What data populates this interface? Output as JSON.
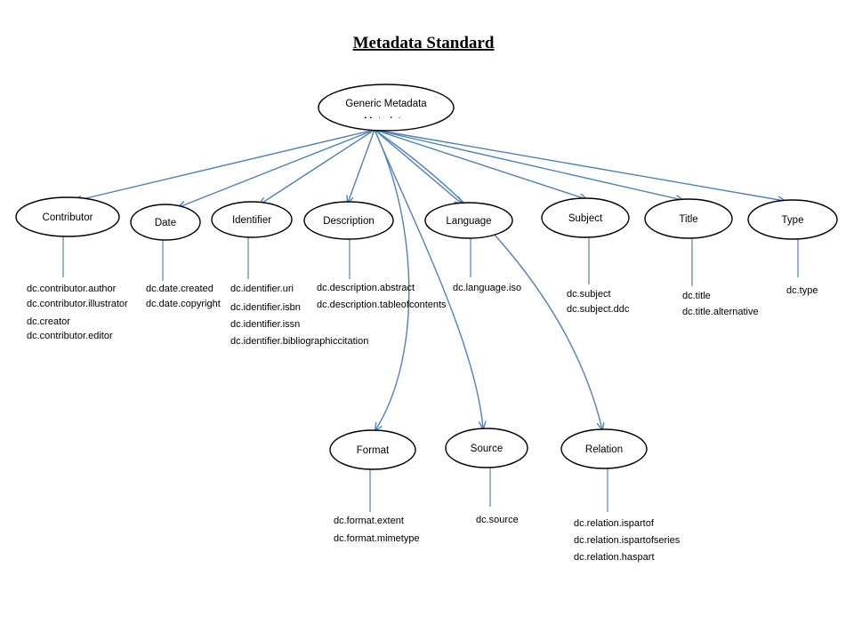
{
  "title": "Metadata Standard",
  "colors": {
    "edge": "#4f81bd",
    "node_border": "#000000",
    "background": "#ffffff"
  },
  "root": {
    "label": "Generic Metadata",
    "label_cut": "Metadata"
  },
  "nodes": [
    {
      "id": "contributor",
      "label": "Contributor",
      "fields": [
        "dc.contributor.author",
        "dc.contributor.illustrator",
        "dc.creator",
        "dc.contributor.editor"
      ]
    },
    {
      "id": "date",
      "label": "Date",
      "fields": [
        "dc.date.created",
        "dc.date.copyright"
      ]
    },
    {
      "id": "identifier",
      "label": "Identifier",
      "fields": [
        "dc.identifier.uri",
        "dc.identifier.isbn",
        "dc.identifier.issn",
        "dc.identifier.bibliographiccitation"
      ]
    },
    {
      "id": "description",
      "label": "Description",
      "fields": [
        "dc.description.abstract",
        "dc.description.tableofcontents"
      ]
    },
    {
      "id": "language",
      "label": "Language",
      "fields": [
        "dc.language.iso"
      ]
    },
    {
      "id": "subject",
      "label": "Subject",
      "fields": [
        "dc.subject",
        "dc.subject.ddc"
      ]
    },
    {
      "id": "title",
      "label": "Title",
      "fields": [
        "dc.title",
        "dc.title.alternative"
      ]
    },
    {
      "id": "type",
      "label": "Type",
      "fields": [
        "dc.type"
      ]
    },
    {
      "id": "format",
      "label": "Format",
      "fields": [
        "dc.format.extent",
        "dc.format.mimetype"
      ]
    },
    {
      "id": "source",
      "label": "Source",
      "fields": [
        "dc.source"
      ]
    },
    {
      "id": "relation",
      "label": "Relation",
      "fields": [
        "dc.relation.ispartof",
        "dc.relation.ispartofseries",
        "dc.relation.haspart"
      ]
    }
  ]
}
